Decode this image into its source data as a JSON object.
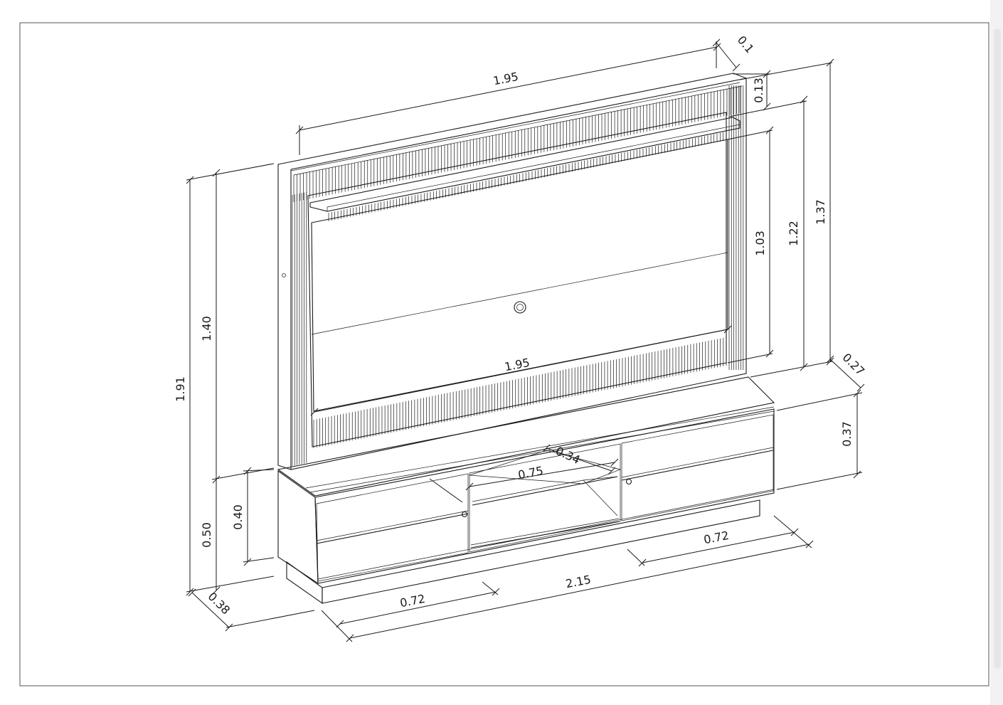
{
  "dimensions": {
    "top_width": "1.95",
    "depth_top": "0.1",
    "shelf_thickness": "0.13",
    "height_137": "1.37",
    "height_122": "1.22",
    "height_103": "1.03",
    "panel_width": "1.95",
    "depth_side": "0.27",
    "rack_height": "0.37",
    "overall_height": "1.91",
    "panel_height": "1.40",
    "base_height": "0.50",
    "drawer_height": "0.40",
    "base_depth": "0.38",
    "drawer_left": "0.72",
    "total_width": "2.15",
    "drawer_right": "0.72",
    "niche_width": "0.75",
    "niche_depth": "0.34"
  },
  "colors": {
    "line": "#1a1a1a",
    "background": "#ffffff"
  }
}
